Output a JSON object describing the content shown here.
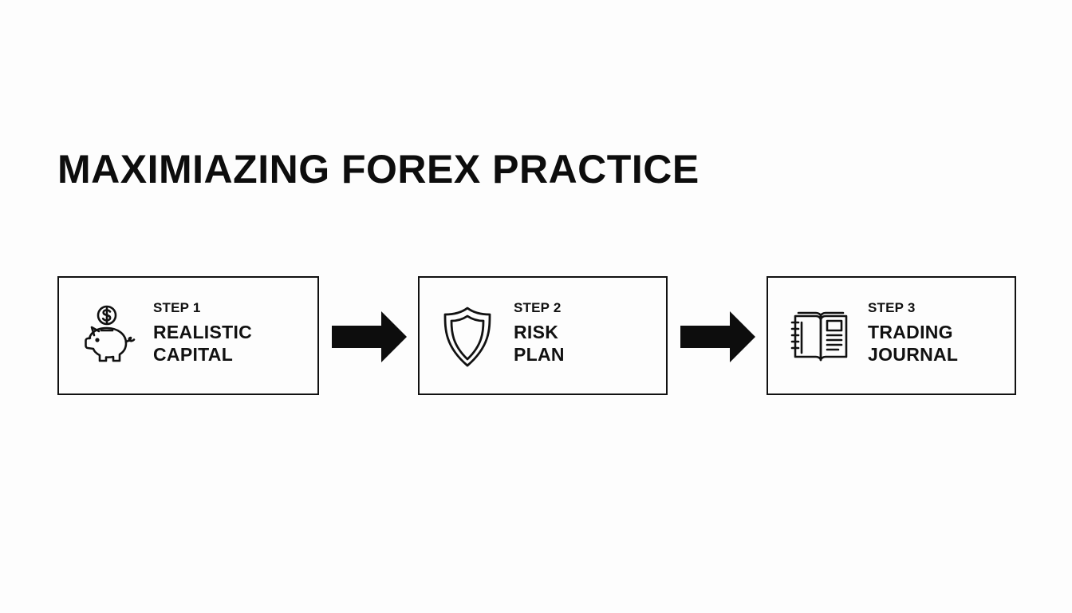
{
  "title": "MAXIMIAZING FOREX PRACTICE",
  "steps": [
    {
      "number": "STEP 1",
      "line1": "REALISTIC",
      "line2": "CAPITAL",
      "icon": "piggy-bank-dollar-icon"
    },
    {
      "number": "STEP 2",
      "line1": "RISK",
      "line2": "PLAN",
      "icon": "shield-icon"
    },
    {
      "number": "STEP 3",
      "line1": "TRADING",
      "line2": "JOURNAL",
      "icon": "journal-book-icon"
    }
  ],
  "connector_icon": "right-arrow-icon",
  "colors": {
    "background": "#fdfdfd",
    "ink": "#111111"
  }
}
